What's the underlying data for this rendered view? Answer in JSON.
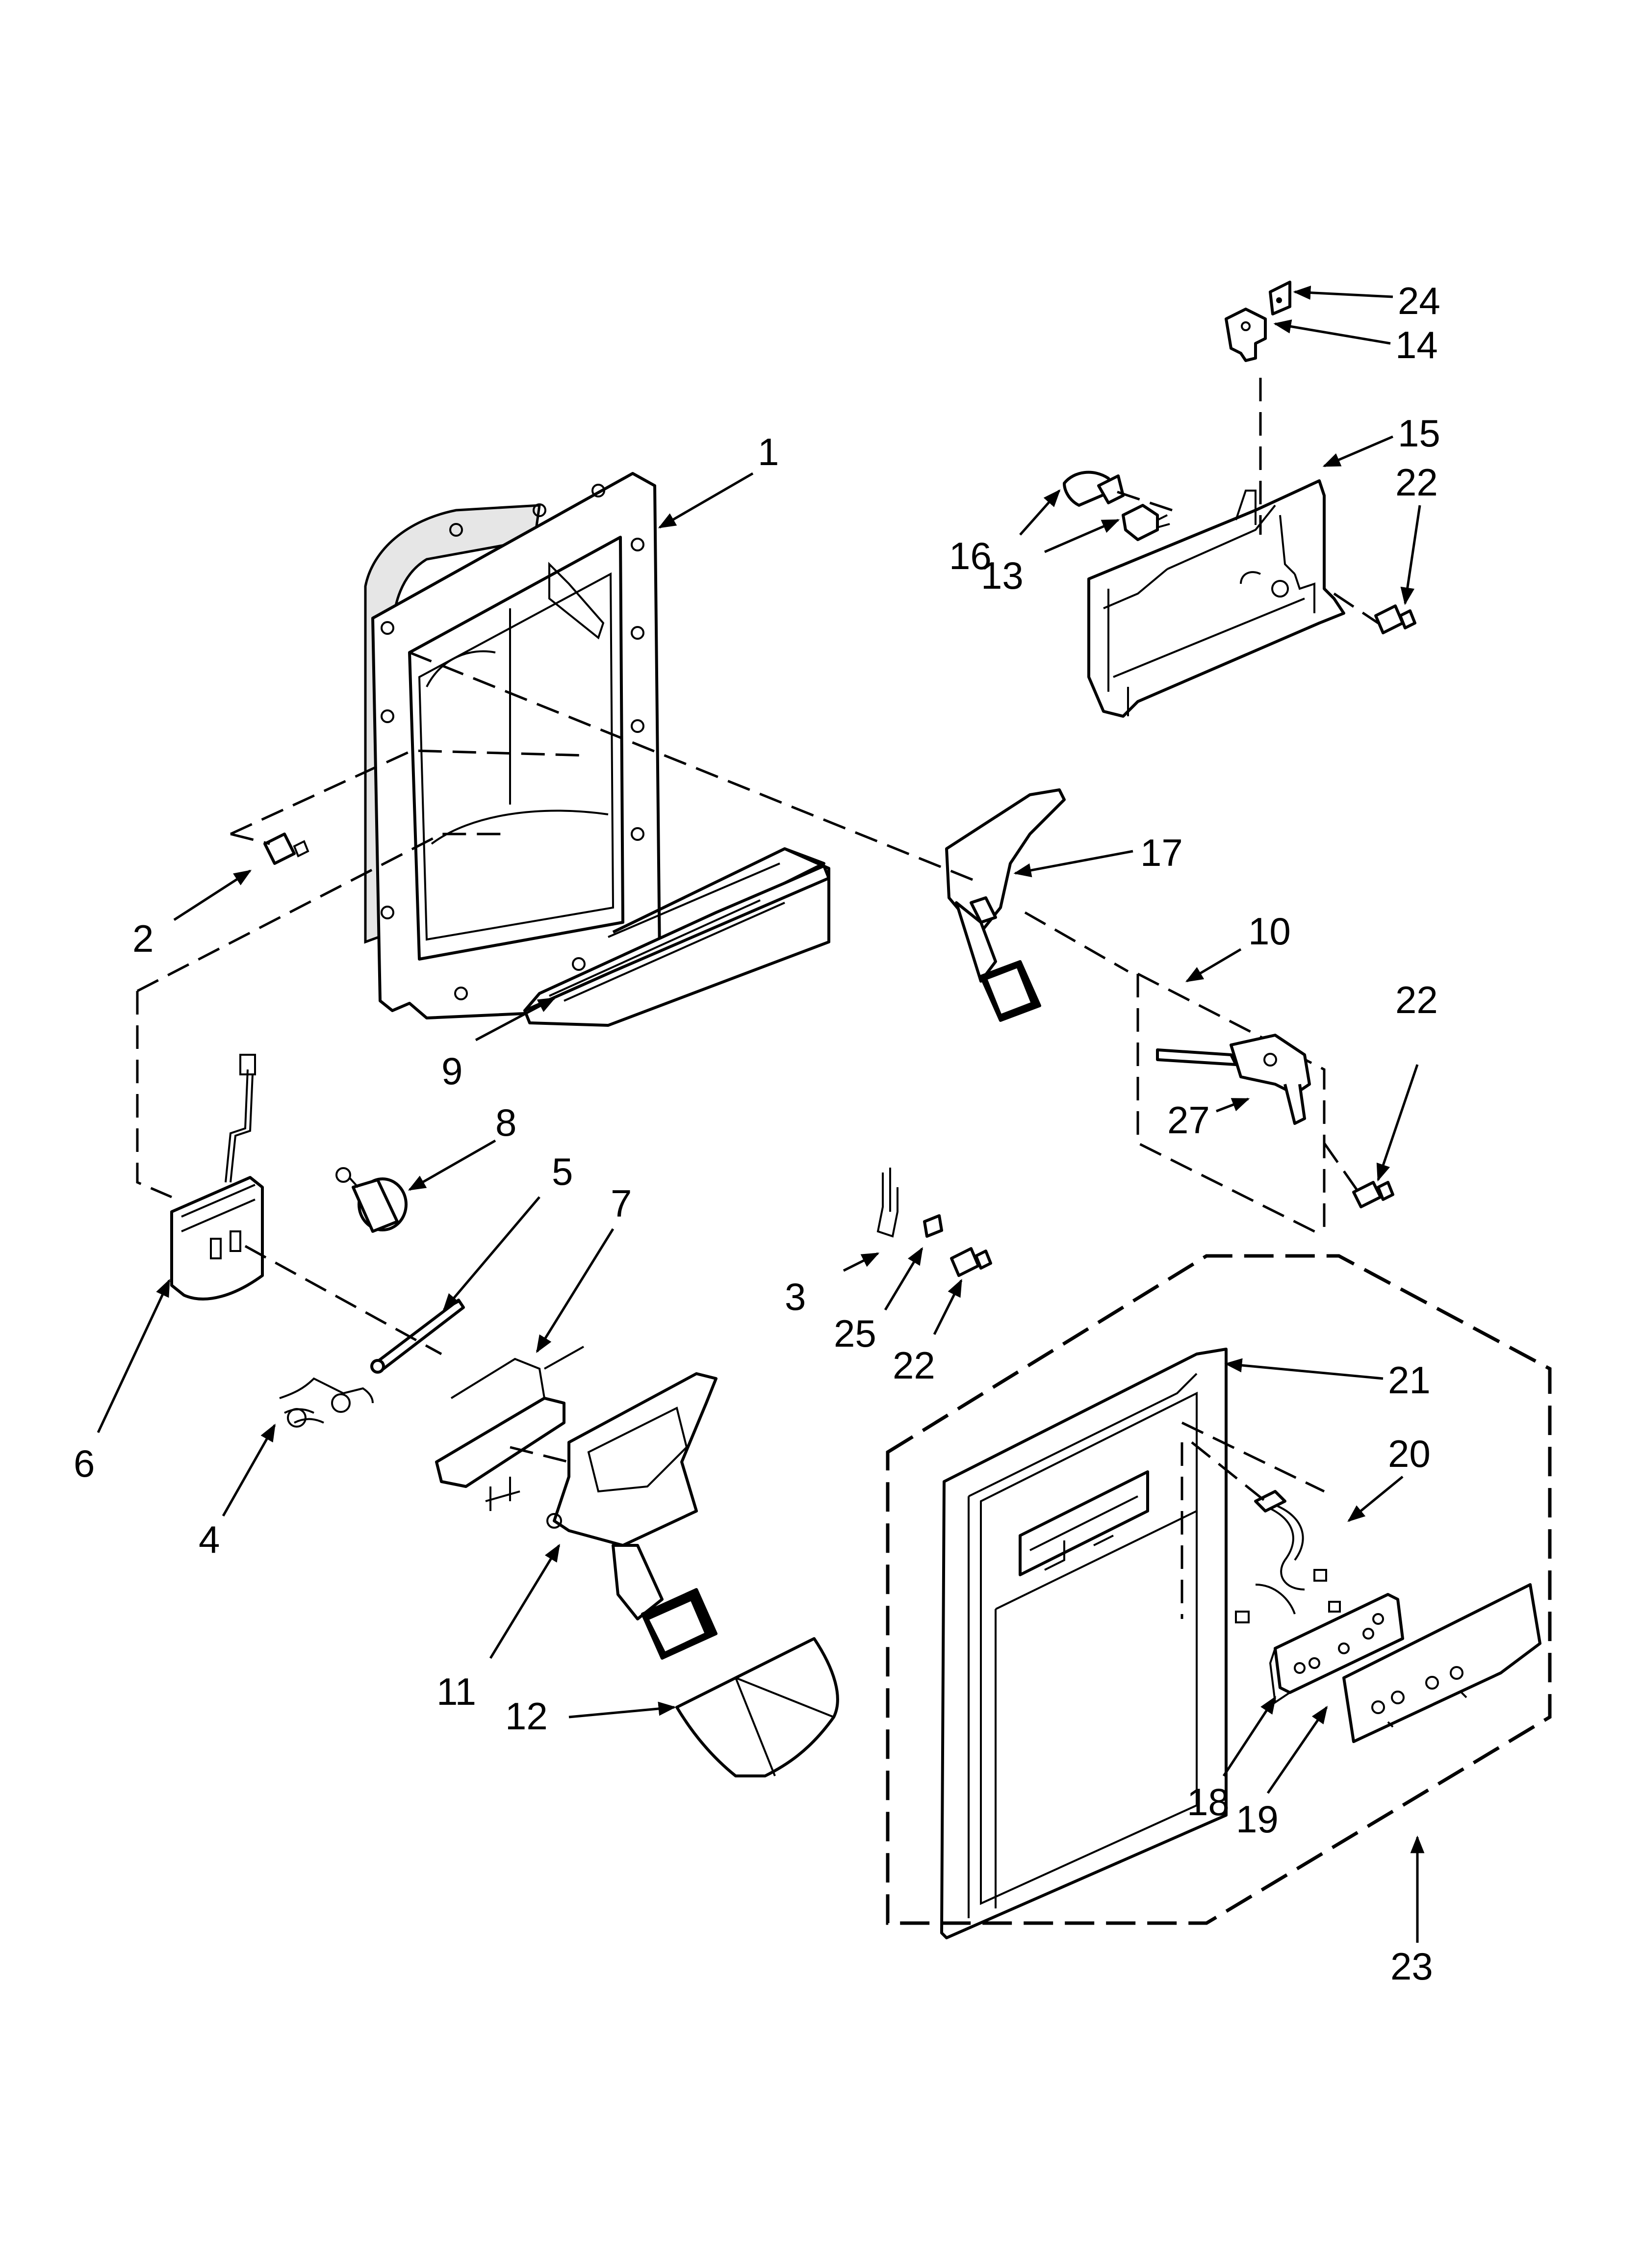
{
  "callouts": {
    "c1": "1",
    "c2": "2",
    "c3": "3",
    "c4": "4",
    "c5": "5",
    "c6": "6",
    "c7": "7",
    "c8": "8",
    "c9": "9",
    "c10": "10",
    "c11": "11",
    "c12": "12",
    "c13": "13",
    "c14": "14",
    "c15": "15",
    "c16": "16",
    "c17": "17",
    "c18": "18",
    "c19": "19",
    "c20": "20",
    "c21": "21",
    "c22a": "22",
    "c22b": "22",
    "c22c": "22",
    "c23": "23",
    "c24": "24",
    "c25": "25",
    "c27": "27"
  }
}
